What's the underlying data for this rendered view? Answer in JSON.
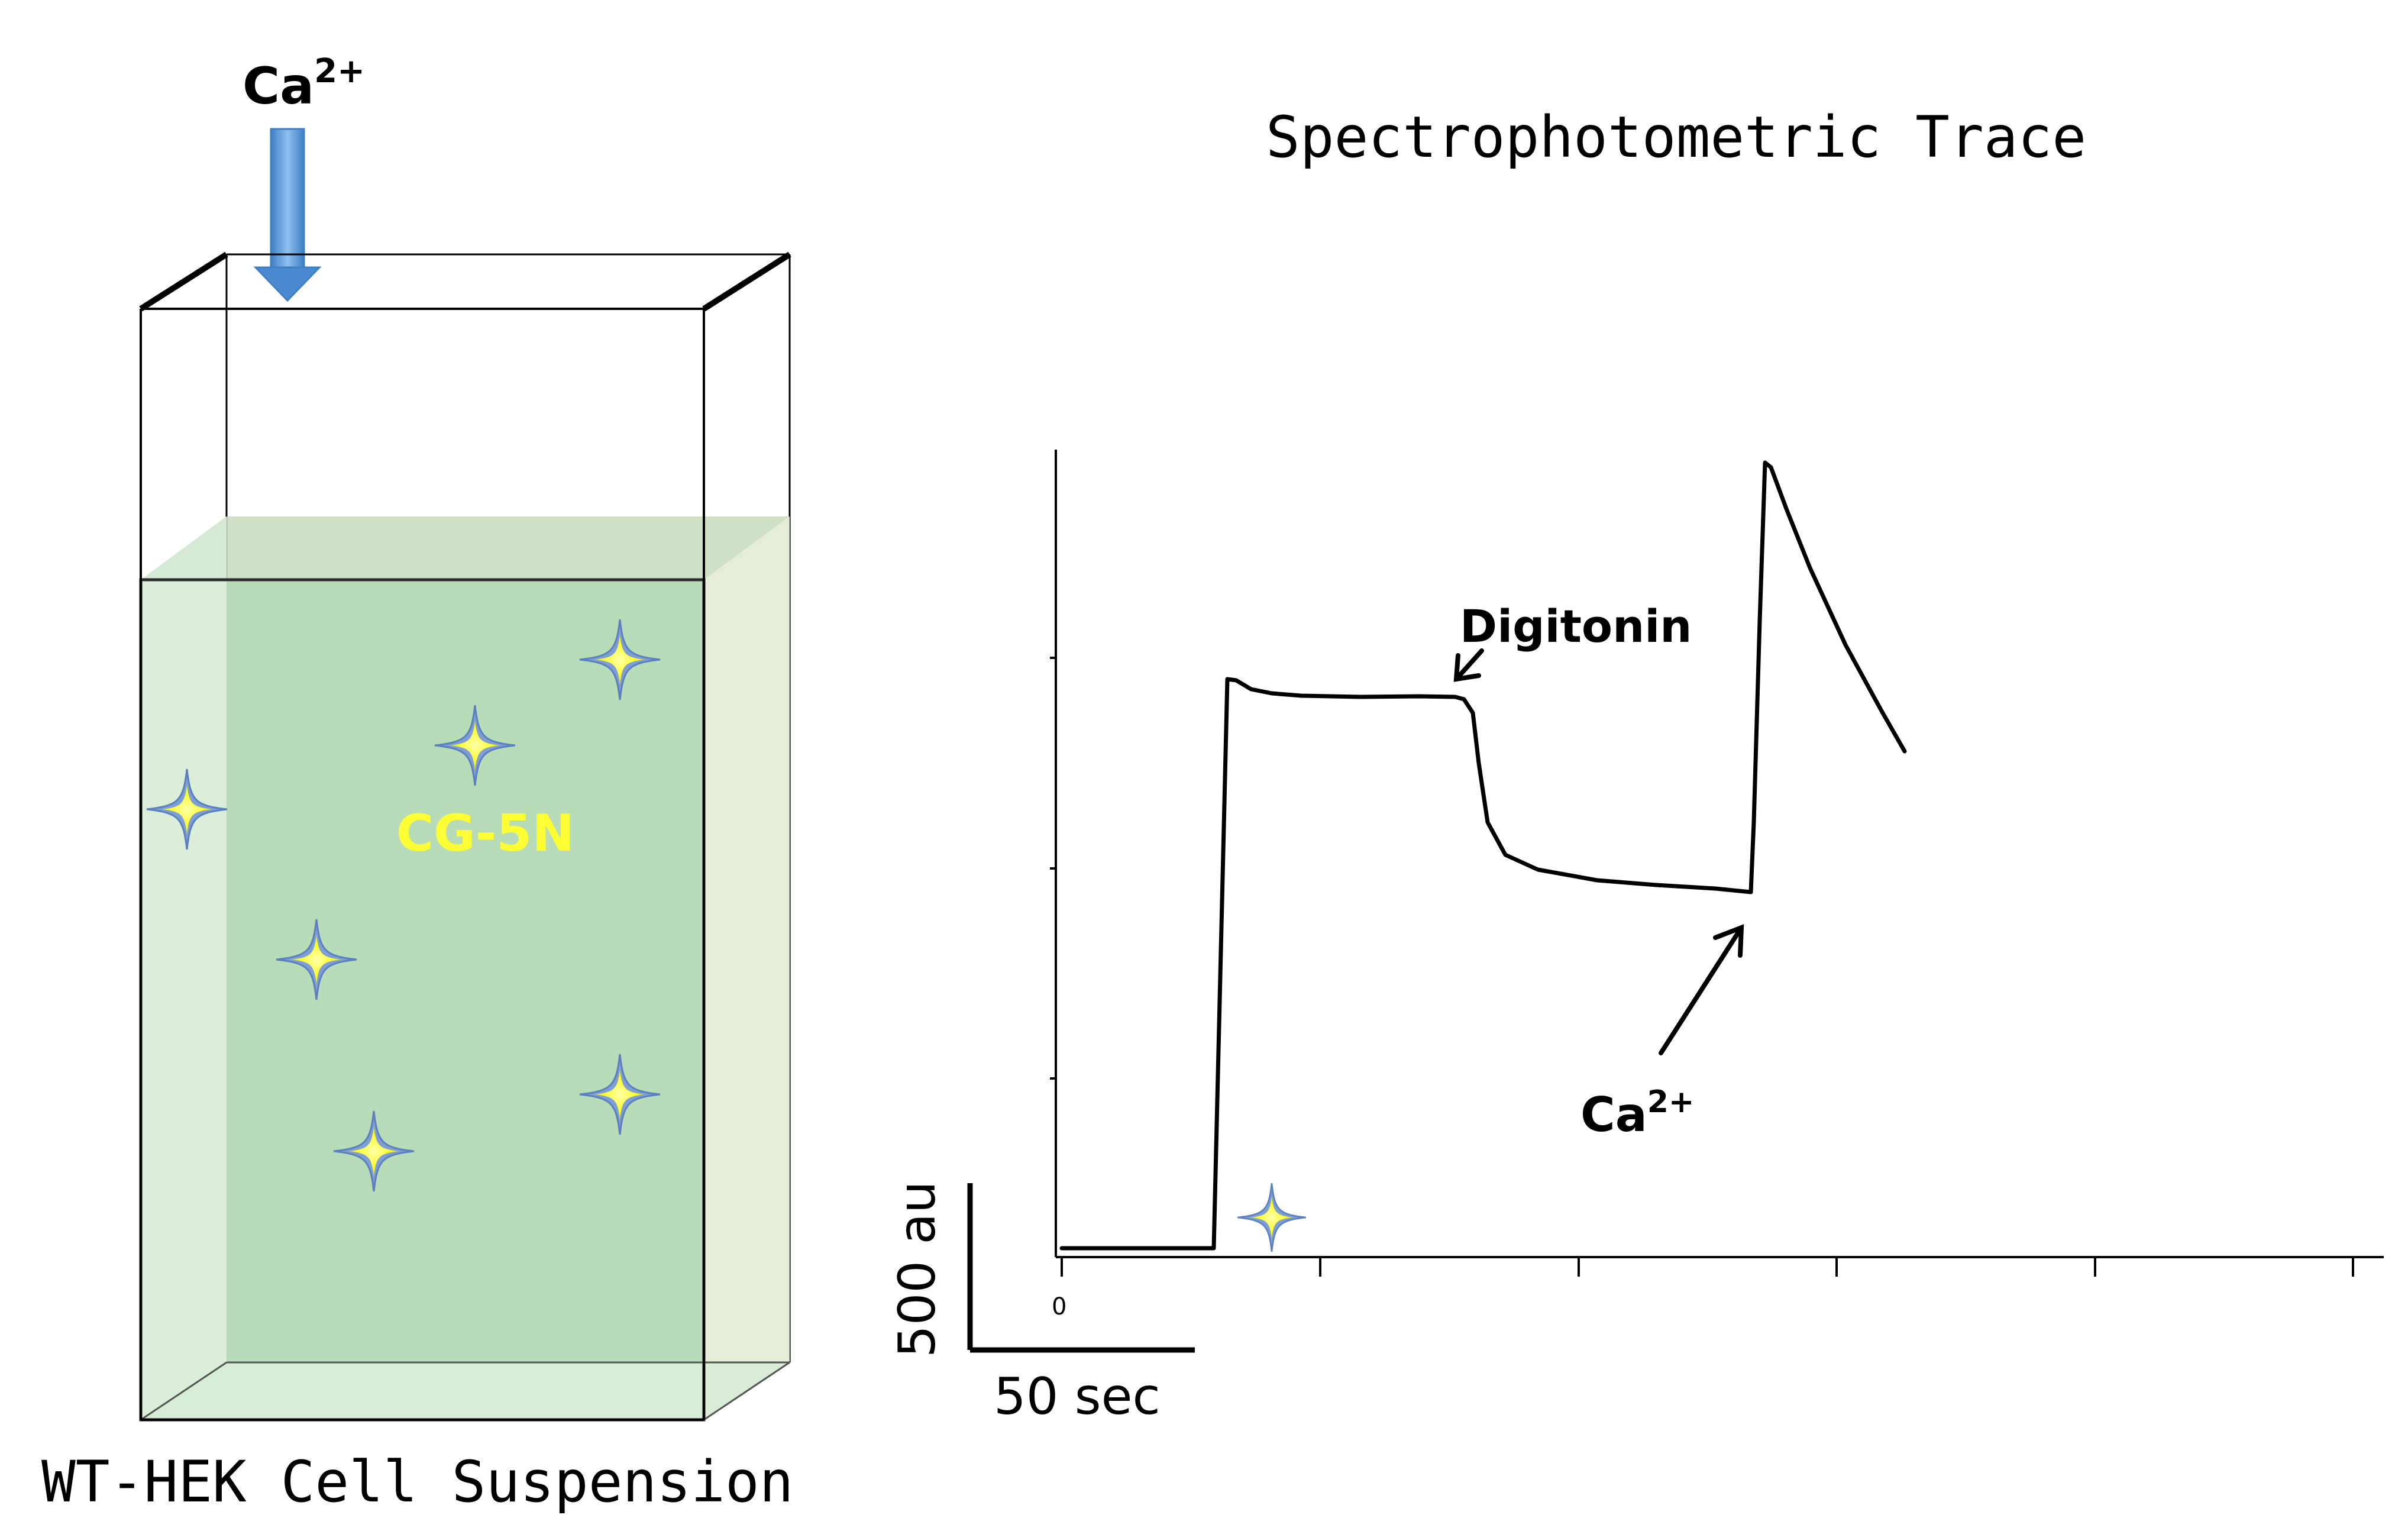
{
  "left_panel": {
    "top_label_base": "Ca",
    "top_label_sup": "2+",
    "dye_label": "CG-5N",
    "caption": "WT-HEK Cell Suspension"
  },
  "right_panel": {
    "title": "Spectrophotometric Trace",
    "annotation_digitonin": "Digitonin",
    "annotation_ca_base": "Ca",
    "annotation_ca_sup": "2+",
    "x_origin_label": "0",
    "scale_y_label": "500 au",
    "scale_x_label": "50 sec"
  },
  "colors": {
    "solution_green": "#b8dcb8",
    "accent_yellow": "#ffff33",
    "star_blue": "#6a8fc8",
    "arrow_blue": "#5b9bd5",
    "line": "#000000"
  },
  "icons": {
    "ca_arrow": "down-arrow-icon",
    "fluorophore": "sparkle-star-icon"
  }
}
